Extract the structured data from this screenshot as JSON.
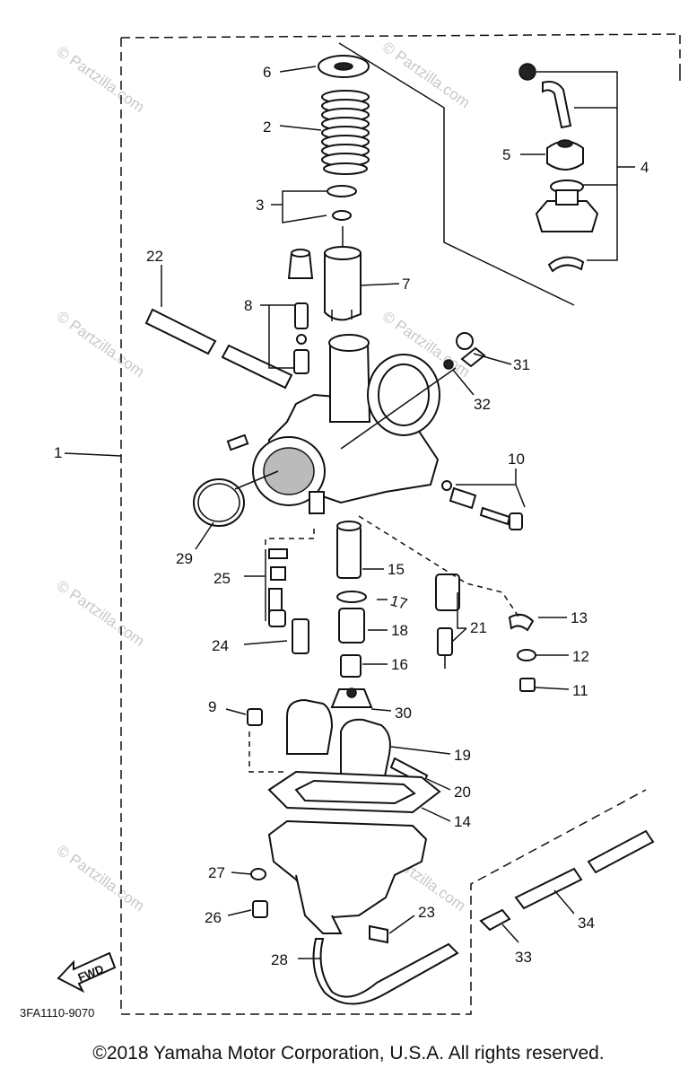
{
  "diagram": {
    "parts": [
      {
        "id": "6",
        "label": "6"
      },
      {
        "id": "2",
        "label": "2"
      },
      {
        "id": "3",
        "label": "3"
      },
      {
        "id": "22",
        "label": "22"
      },
      {
        "id": "8",
        "label": "8"
      },
      {
        "id": "7",
        "label": "7"
      },
      {
        "id": "5",
        "label": "5"
      },
      {
        "id": "4",
        "label": "4"
      },
      {
        "id": "31",
        "label": "31"
      },
      {
        "id": "32",
        "label": "32"
      },
      {
        "id": "1",
        "label": "1"
      },
      {
        "id": "10",
        "label": "10"
      },
      {
        "id": "29",
        "label": "29"
      },
      {
        "id": "25",
        "label": "25"
      },
      {
        "id": "15",
        "label": "15"
      },
      {
        "id": "17",
        "label": "17"
      },
      {
        "id": "21",
        "label": "21"
      },
      {
        "id": "13",
        "label": "13"
      },
      {
        "id": "24",
        "label": "24"
      },
      {
        "id": "18",
        "label": "18"
      },
      {
        "id": "12",
        "label": "12"
      },
      {
        "id": "16",
        "label": "16"
      },
      {
        "id": "11",
        "label": "11"
      },
      {
        "id": "9",
        "label": "9"
      },
      {
        "id": "30",
        "label": "30"
      },
      {
        "id": "19",
        "label": "19"
      },
      {
        "id": "20",
        "label": "20"
      },
      {
        "id": "14",
        "label": "14"
      },
      {
        "id": "27",
        "label": "27"
      },
      {
        "id": "26",
        "label": "26"
      },
      {
        "id": "23",
        "label": "23"
      },
      {
        "id": "34",
        "label": "34"
      },
      {
        "id": "28",
        "label": "28"
      },
      {
        "id": "33",
        "label": "33"
      }
    ],
    "fwd_label": "FWD",
    "diagram_code": "3FA1110-9070",
    "watermark": "© Partzilla.com"
  },
  "footer": {
    "copyright": "©2018 Yamaha Motor Corporation, U.S.A. All rights reserved."
  }
}
